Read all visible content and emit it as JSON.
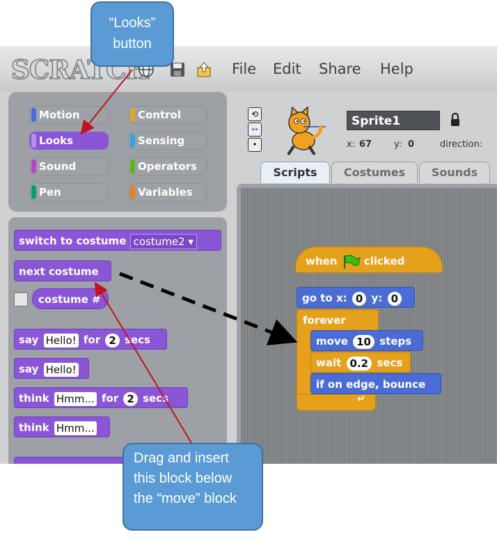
{
  "app": {
    "logo": "SCRATCH",
    "menu": [
      "File",
      "Edit",
      "Share",
      "Help"
    ]
  },
  "categories": [
    {
      "label": "Motion",
      "color": "#4a6cd4"
    },
    {
      "label": "Control",
      "color": "#e1a91a"
    },
    {
      "label": "Looks",
      "color": "#8a55d7",
      "active": true
    },
    {
      "label": "Sensing",
      "color": "#2ca5e2"
    },
    {
      "label": "Sound",
      "color": "#bb42c3"
    },
    {
      "label": "Operators",
      "color": "#5cb712"
    },
    {
      "label": "Pen",
      "color": "#0e9a6c"
    },
    {
      "label": "Variables",
      "color": "#ee7d16"
    }
  ],
  "palette_blocks": {
    "switch_costume": {
      "label": "switch to costume",
      "value": "costume2"
    },
    "next_costume": {
      "label": "next costume"
    },
    "costume_num": {
      "label": "costume #"
    },
    "say_for": {
      "label": "say",
      "text": "Hello!",
      "for": "for",
      "secs_value": "2",
      "secs": "secs"
    },
    "say": {
      "label": "say",
      "text": "Hello!"
    },
    "think_for": {
      "label": "think",
      "text": "Hmm...",
      "for": "for",
      "secs_value": "2",
      "secs": "secs"
    },
    "think": {
      "label": "think",
      "text": "Hmm..."
    }
  },
  "sprite": {
    "name": "Sprite1",
    "x_label": "x:",
    "x": "67",
    "y_label": "y:",
    "y": "0",
    "direction_label": "direction:"
  },
  "tabs": [
    "Scripts",
    "Costumes",
    "Sounds"
  ],
  "script": {
    "when": "when",
    "clicked": "clicked",
    "goto": "go to x:",
    "goto_x": "0",
    "goto_y_label": "y:",
    "goto_y": "0",
    "forever": "forever",
    "move": "move",
    "move_steps": "10",
    "steps": "steps",
    "wait": "wait",
    "wait_secs": "0.2",
    "secs": "secs",
    "bounce": "if on edge, bounce"
  },
  "callouts": {
    "looks_button": "“Looks” button",
    "drag_insert": "Drag and insert this block below the “move” block"
  }
}
